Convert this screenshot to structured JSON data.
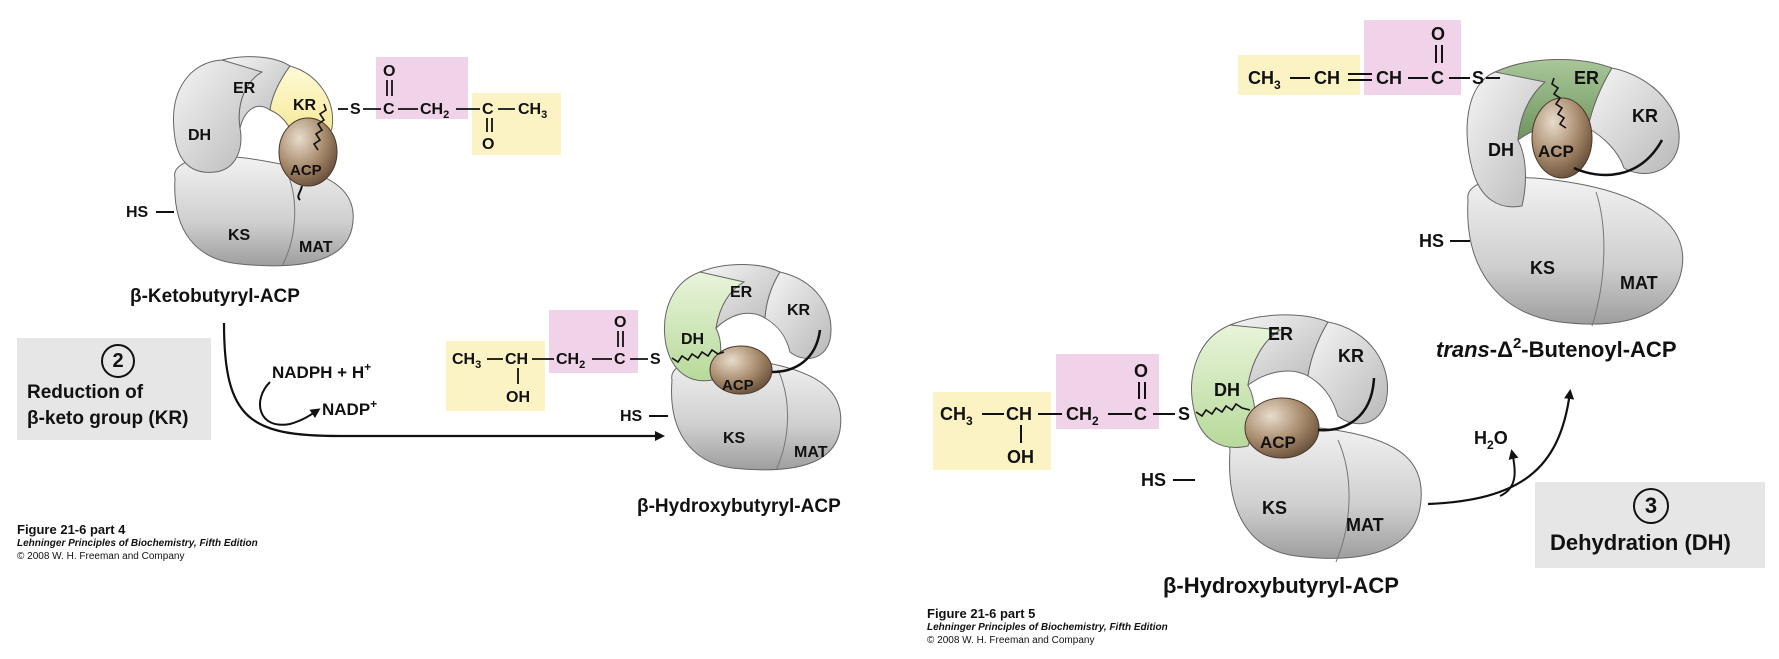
{
  "part4": {
    "top_complex": {
      "domains": {
        "er": "ER",
        "kr": "KR",
        "dh": "DH",
        "acp": "ACP",
        "ks": "KS",
        "mat": "MAT",
        "hs": "HS"
      },
      "chain": {
        "s": "S",
        "c1": "C",
        "o1": "O",
        "ch2": "CH",
        "ch2_sub": "2",
        "c2": "C",
        "o2": "O",
        "ch3": "CH",
        "ch3_sub": "3"
      },
      "name": "β-Ketobutyryl-ACP"
    },
    "step": {
      "number": "2",
      "line1": "Reduction of",
      "line2": "β-keto group (KR)"
    },
    "cofactors": {
      "nadph": "NADPH + H",
      "nadph_sup": "+",
      "nadp": "NADP",
      "nadp_sup": "+"
    },
    "bottom_complex": {
      "domains": {
        "er": "ER",
        "kr": "KR",
        "dh": "DH",
        "acp": "ACP",
        "ks": "KS",
        "mat": "MAT",
        "hs": "HS"
      },
      "chain": {
        "ch3": "CH",
        "ch3_sub": "3",
        "ch": "CH",
        "oh": "OH",
        "ch2": "CH",
        "ch2_sub": "2",
        "c": "C",
        "o": "O",
        "s": "S"
      },
      "name": "β-Hydroxybutyryl-ACP"
    },
    "caption": {
      "line1": "Figure 21-6 part 4",
      "line2": "Lehninger Principles of Biochemistry, Fifth Edition",
      "line3": "© 2008 W. H. Freeman and Company"
    }
  },
  "part5": {
    "top_complex": {
      "domains": {
        "er": "ER",
        "kr": "KR",
        "dh": "DH",
        "acp": "ACP",
        "ks": "KS",
        "mat": "MAT",
        "hs": "HS"
      },
      "chain": {
        "ch3": "CH",
        "ch3_sub": "3",
        "ch1": "CH",
        "ch2": "CH",
        "c": "C",
        "o": "O",
        "s": "S"
      },
      "name_prefix": "trans",
      "name_mid": "-Δ",
      "name_sup": "2",
      "name_suffix": "-Butenoyl-ACP"
    },
    "water": {
      "h": "H",
      "sub": "2",
      "o": "O"
    },
    "step": {
      "number": "3",
      "line1": "Dehydration (DH)"
    },
    "bottom_complex": {
      "domains": {
        "er": "ER",
        "kr": "KR",
        "dh": "DH",
        "acp": "ACP",
        "ks": "KS",
        "mat": "MAT",
        "hs": "HS"
      },
      "chain": {
        "ch3": "CH",
        "ch3_sub": "3",
        "ch": "CH",
        "oh": "OH",
        "ch2": "CH",
        "ch2_sub": "2",
        "c": "C",
        "o": "O",
        "s": "S"
      },
      "name": "β-Hydroxybutyryl-ACP"
    },
    "caption": {
      "line1": "Figure 21-6 part 5",
      "line2": "Lehninger Principles of Biochemistry, Fifth Edition",
      "line3": "© 2008 W. H. Freeman and Company"
    }
  },
  "colors": {
    "yellow_box": "#fbf3c4",
    "pink_box": "#f0d3e8",
    "kr_yellow": "#fdf3a8",
    "dh_green": "#cfe6b4",
    "er_green": "#8bb07a",
    "acp_brown": "#9a8068",
    "step_gray": "#e6e6e6"
  }
}
